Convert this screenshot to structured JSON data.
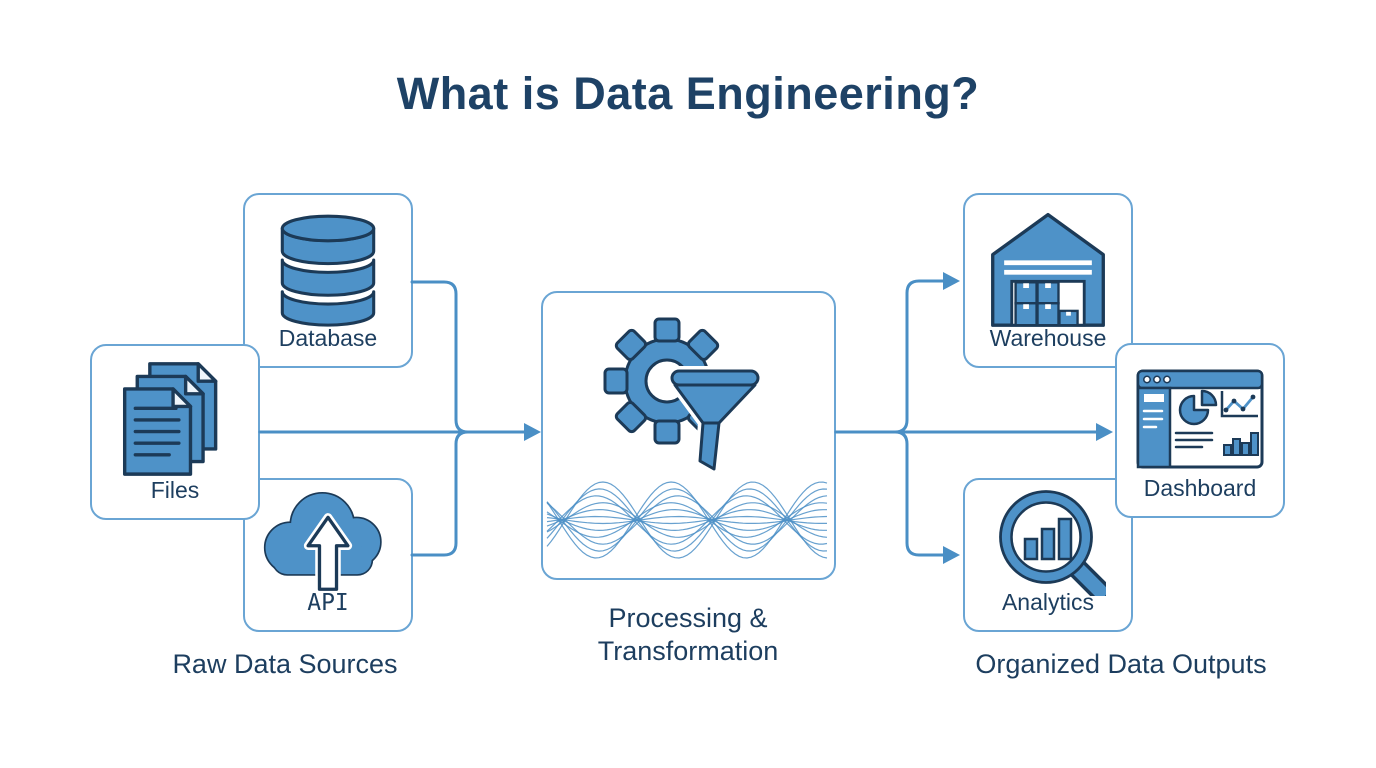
{
  "title": "What is Data Engineering?",
  "sources_group": {
    "caption": "Raw Data Sources",
    "boxes": {
      "files": {
        "label": "Files",
        "icon": "documents-icon"
      },
      "database": {
        "label": "Database",
        "icon": "database-cylinder-icon"
      },
      "api": {
        "label": "API",
        "icon": "cloud-upload-icon"
      }
    }
  },
  "processing_group": {
    "caption_line1": "Processing &",
    "caption_line2": "Transformation",
    "icon": "gear-funnel-icon",
    "decoration": "interwoven-wave-lines"
  },
  "outputs_group": {
    "caption": "Organized Data Outputs",
    "boxes": {
      "warehouse": {
        "label": "Warehouse",
        "icon": "warehouse-icon"
      },
      "analytics": {
        "label": "Analytics",
        "icon": "magnifier-bar-chart-icon"
      },
      "dashboard": {
        "label": "Dashboard",
        "icon": "dashboard-window-icon"
      }
    }
  },
  "colors": {
    "background": "#ffffff",
    "title_text": "#1e4266",
    "label_text": "#1d3e5f",
    "box_border": "#6aa5d4",
    "icon_fill": "#4e92c8",
    "icon_outline": "#1c3a57",
    "connector": "#4a8fc5",
    "wave": "#4d91c7"
  }
}
